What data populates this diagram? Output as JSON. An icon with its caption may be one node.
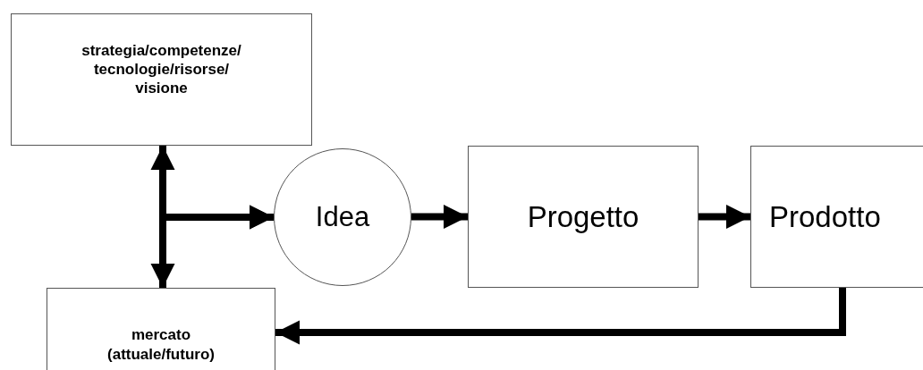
{
  "diagram": {
    "nodes": [
      {
        "text": [
          "strategia/competenze/ tecnologie/risorse/ visione"
        ]
      },
      {
        "text": [
          "Idea"
        ]
      },
      {
        "text": [
          "Progetto"
        ]
      },
      {
        "text": [
          "Prodotto"
        ]
      },
      {
        "text": [
          "mercato (attuale/futuro)"
        ]
      }
    ],
    "edges": [
      {
        "from": 0,
        "to": 4,
        "arrow": "both"
      },
      {
        "from": 0,
        "to": 1,
        "arrow": "to"
      },
      {
        "from": 4,
        "to": 1,
        "arrow": "to"
      },
      {
        "from": 1,
        "to": 2,
        "arrow": "to"
      },
      {
        "from": 2,
        "to": 3,
        "arrow": "to"
      },
      {
        "from": 3,
        "to": 4,
        "arrow": "to"
      }
    ]
  }
}
